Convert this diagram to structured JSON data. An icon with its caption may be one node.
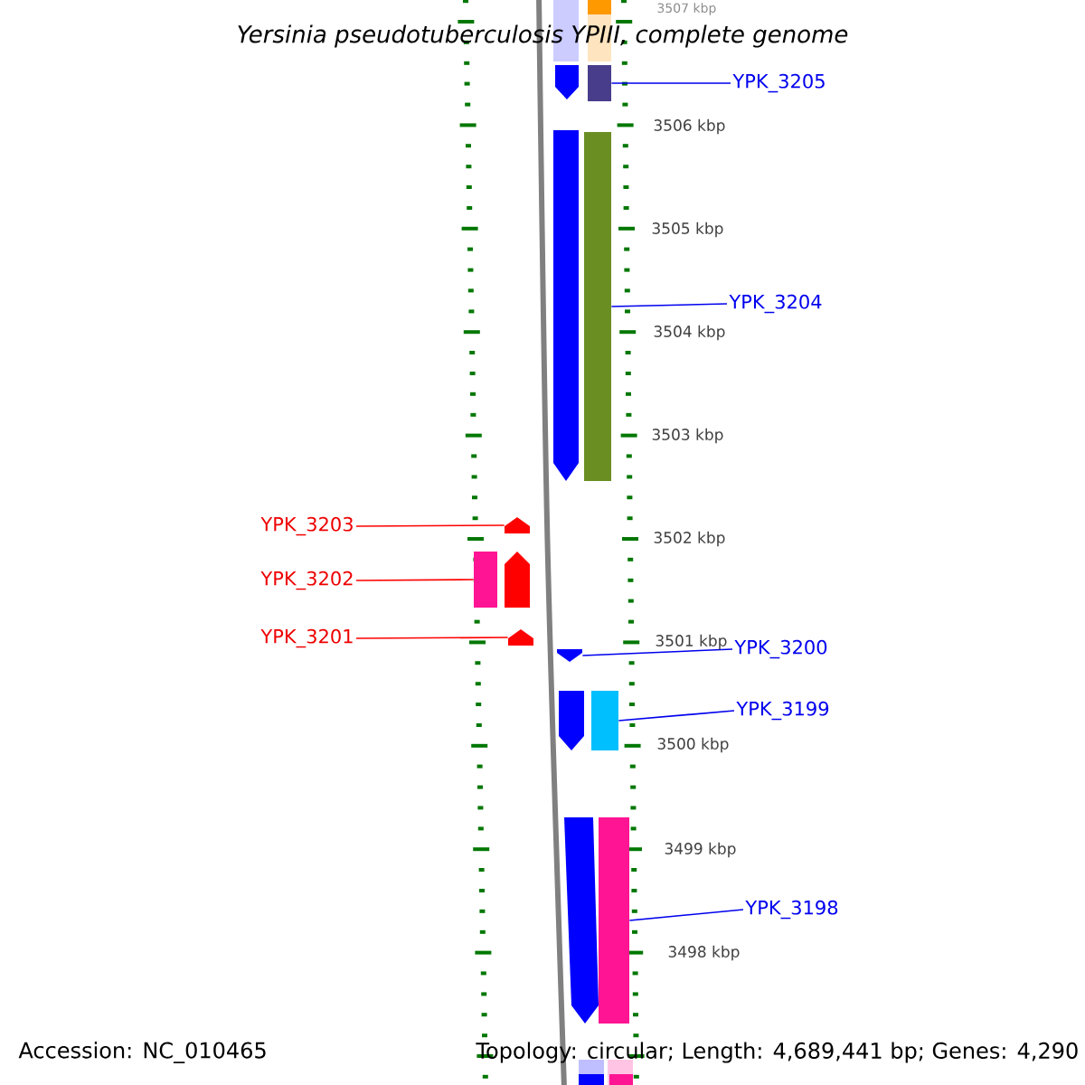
{
  "diagram": {
    "title": "Yersinia pseudotuberculosis YPIII, complete genome",
    "nodes": [
      {
        "text": [
          "YPK_3205"
        ]
      },
      {
        "text": [],
        "shape": "bar"
      },
      {
        "text": [
          "YPK_3204"
        ]
      },
      {
        "text": [],
        "shape": "bar"
      },
      {
        "text": [
          "YPK_3203"
        ]
      },
      {
        "text": [],
        "shape": "pentagon"
      },
      {
        "text": [
          "YPK_3202"
        ]
      },
      {
        "text": [],
        "shape": "bar"
      },
      {
        "text": [
          "YPK_3201"
        ]
      },
      {
        "text": [],
        "shape": "pentagon"
      },
      {
        "text": [
          "YPK_3200"
        ]
      },
      {
        "text": [],
        "shape": "pentagon"
      },
      {
        "text": [
          "YPK_3199"
        ]
      },
      {
        "text": [],
        "shape": "bar"
      },
      {
        "text": [
          "YPK_3198"
        ]
      },
      {
        "text": [],
        "shape": "bar"
      }
    ],
    "edges": [
      {
        "from": 0,
        "to": 1,
        "arrow": "none"
      },
      {
        "from": 2,
        "to": 3,
        "arrow": "none"
      },
      {
        "from": 4,
        "to": 5,
        "arrow": "none",
        "color": "#ff0000"
      },
      {
        "from": 6,
        "to": 7,
        "arrow": "none",
        "color": "#ff0000"
      },
      {
        "from": 8,
        "to": 9,
        "arrow": "none",
        "color": "#ff0000"
      },
      {
        "from": 10,
        "to": 11,
        "arrow": "none"
      },
      {
        "from": 12,
        "to": 13,
        "arrow": "none"
      },
      {
        "from": 14,
        "to": 15,
        "arrow": "none"
      }
    ],
    "labels": [
      "3507 kbp",
      "3506 kbp",
      "3505 kbp",
      "3504 kbp",
      "3503 kbp",
      "3502 kbp",
      "3501 kbp",
      "3500 kbp",
      "3499 kbp",
      "3498 kbp",
      "Accession: NC_010465",
      "Topology: circular; Length: 4,689,441 bp; Genes: 4,290"
    ]
  }
}
